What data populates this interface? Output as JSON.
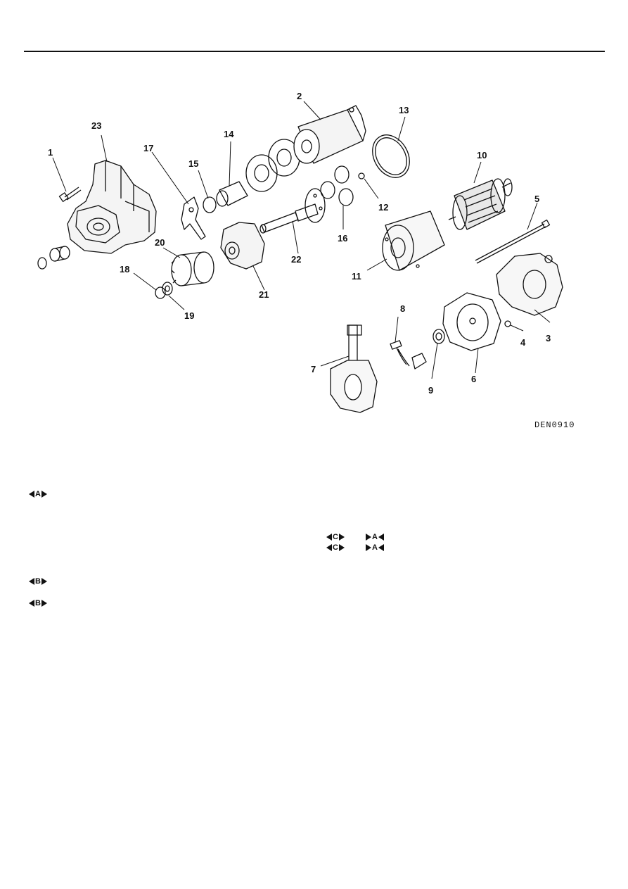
{
  "diagram": {
    "code": "DEN0910",
    "callouts": [
      "1",
      "2",
      "3",
      "4",
      "5",
      "6",
      "7",
      "8",
      "9",
      "10",
      "11",
      "12",
      "13",
      "14",
      "15",
      "16",
      "17",
      "18",
      "19",
      "20",
      "21",
      "22",
      "23"
    ]
  },
  "symbols": {
    "a_left": "A",
    "b_first": "B",
    "b_second": "B",
    "c_first": "C",
    "a_first": "A",
    "c_second": "C",
    "a_second": "A"
  }
}
